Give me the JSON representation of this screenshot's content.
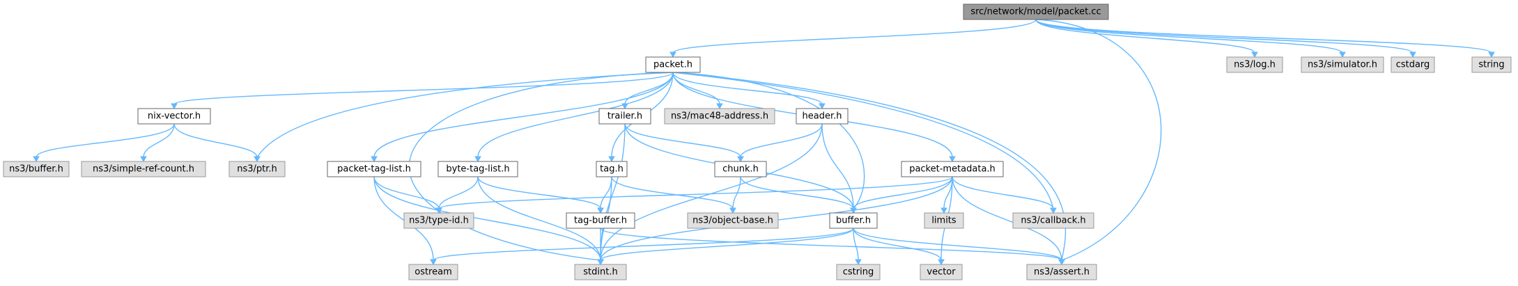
{
  "diagram": {
    "type": "include-dependency-graph",
    "colors": {
      "edge": "#63b8ff",
      "root_fill": "#999999",
      "documented_fill": "#ffffff",
      "external_fill": "#e0e0e0",
      "border": "#666666"
    },
    "nodes": [
      {
        "id": "packet_cc",
        "label": "src/network/model/packet.cc",
        "kind": "root"
      },
      {
        "id": "packet_h",
        "label": "packet.h",
        "kind": "doc"
      },
      {
        "id": "ns3_log",
        "label": "ns3/log.h",
        "kind": "ext"
      },
      {
        "id": "ns3_simulator",
        "label": "ns3/simulator.h",
        "kind": "ext"
      },
      {
        "id": "cstdarg",
        "label": "cstdarg",
        "kind": "ext"
      },
      {
        "id": "string",
        "label": "string",
        "kind": "ext"
      },
      {
        "id": "nix_vector",
        "label": "nix-vector.h",
        "kind": "doc"
      },
      {
        "id": "trailer",
        "label": "trailer.h",
        "kind": "doc"
      },
      {
        "id": "mac48",
        "label": "ns3/mac48-address.h",
        "kind": "ext"
      },
      {
        "id": "header",
        "label": "header.h",
        "kind": "doc"
      },
      {
        "id": "ns3_buffer",
        "label": "ns3/buffer.h",
        "kind": "ext"
      },
      {
        "id": "simple_ref",
        "label": "ns3/simple-ref-count.h",
        "kind": "ext"
      },
      {
        "id": "ns3_ptr",
        "label": "ns3/ptr.h",
        "kind": "ext"
      },
      {
        "id": "packet_tag_list",
        "label": "packet-tag-list.h",
        "kind": "doc"
      },
      {
        "id": "byte_tag_list",
        "label": "byte-tag-list.h",
        "kind": "doc"
      },
      {
        "id": "tag",
        "label": "tag.h",
        "kind": "doc"
      },
      {
        "id": "chunk",
        "label": "chunk.h",
        "kind": "doc"
      },
      {
        "id": "packet_metadata",
        "label": "packet-metadata.h",
        "kind": "doc"
      },
      {
        "id": "type_id",
        "label": "ns3/type-id.h",
        "kind": "ext"
      },
      {
        "id": "tag_buffer",
        "label": "tag-buffer.h",
        "kind": "doc"
      },
      {
        "id": "object_base",
        "label": "ns3/object-base.h",
        "kind": "ext"
      },
      {
        "id": "buffer",
        "label": "buffer.h",
        "kind": "doc"
      },
      {
        "id": "limits",
        "label": "limits",
        "kind": "ext"
      },
      {
        "id": "callback",
        "label": "ns3/callback.h",
        "kind": "ext"
      },
      {
        "id": "ostream",
        "label": "ostream",
        "kind": "ext"
      },
      {
        "id": "stdint",
        "label": "stdint.h",
        "kind": "ext"
      },
      {
        "id": "cstring",
        "label": "cstring",
        "kind": "ext"
      },
      {
        "id": "vector",
        "label": "vector",
        "kind": "ext"
      },
      {
        "id": "ns3_assert",
        "label": "ns3/assert.h",
        "kind": "ext"
      }
    ],
    "edges": [
      [
        "packet_cc",
        "packet_h"
      ],
      [
        "packet_cc",
        "ns3_log"
      ],
      [
        "packet_cc",
        "ns3_simulator"
      ],
      [
        "packet_cc",
        "cstdarg"
      ],
      [
        "packet_cc",
        "string"
      ],
      [
        "packet_cc",
        "ns3_assert"
      ],
      [
        "packet_h",
        "nix_vector"
      ],
      [
        "packet_h",
        "ns3_ptr"
      ],
      [
        "packet_h",
        "stdint"
      ],
      [
        "packet_h",
        "packet_tag_list"
      ],
      [
        "packet_h",
        "byte_tag_list"
      ],
      [
        "packet_h",
        "tag"
      ],
      [
        "packet_h",
        "trailer"
      ],
      [
        "packet_h",
        "mac48"
      ],
      [
        "packet_h",
        "header"
      ],
      [
        "packet_h",
        "buffer"
      ],
      [
        "packet_h",
        "packet_metadata"
      ],
      [
        "packet_h",
        "callback"
      ],
      [
        "packet_h",
        "ns3_assert"
      ],
      [
        "nix_vector",
        "ns3_buffer"
      ],
      [
        "nix_vector",
        "simple_ref"
      ],
      [
        "nix_vector",
        "ns3_ptr"
      ],
      [
        "trailer",
        "chunk"
      ],
      [
        "trailer",
        "buffer"
      ],
      [
        "trailer",
        "stdint"
      ],
      [
        "header",
        "chunk"
      ],
      [
        "header",
        "buffer"
      ],
      [
        "header",
        "stdint"
      ],
      [
        "packet_tag_list",
        "type_id"
      ],
      [
        "packet_tag_list",
        "ostream"
      ],
      [
        "packet_tag_list",
        "stdint"
      ],
      [
        "byte_tag_list",
        "type_id"
      ],
      [
        "byte_tag_list",
        "tag_buffer"
      ],
      [
        "byte_tag_list",
        "stdint"
      ],
      [
        "tag",
        "tag_buffer"
      ],
      [
        "tag",
        "object_base"
      ],
      [
        "tag",
        "stdint"
      ],
      [
        "chunk",
        "object_base"
      ],
      [
        "chunk",
        "buffer"
      ],
      [
        "packet_metadata",
        "type_id"
      ],
      [
        "packet_metadata",
        "buffer"
      ],
      [
        "packet_metadata",
        "limits"
      ],
      [
        "packet_metadata",
        "callback"
      ],
      [
        "packet_metadata",
        "vector"
      ],
      [
        "packet_metadata",
        "ns3_assert"
      ],
      [
        "packet_metadata",
        "stdint"
      ],
      [
        "tag_buffer",
        "stdint"
      ],
      [
        "tag_buffer",
        "ns3_assert"
      ],
      [
        "buffer",
        "ostream"
      ],
      [
        "buffer",
        "stdint"
      ],
      [
        "buffer",
        "cstring"
      ],
      [
        "buffer",
        "vector"
      ],
      [
        "buffer",
        "ns3_assert"
      ]
    ]
  }
}
